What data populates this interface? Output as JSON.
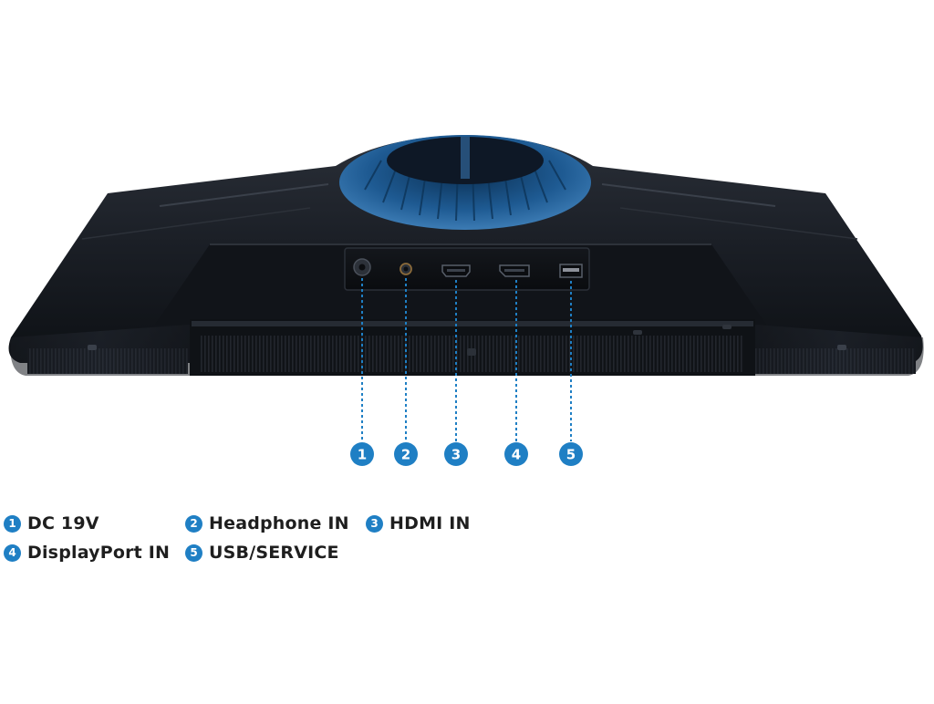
{
  "colors": {
    "accent": "#1f7fc4",
    "body": "#15181d",
    "ring": "#3d7fb8",
    "text": "#1e1e1e",
    "background": "#ffffff"
  },
  "ports": [
    {
      "number": "1",
      "icon": "power-jack-icon"
    },
    {
      "number": "2",
      "icon": "headphone-jack-icon"
    },
    {
      "number": "3",
      "icon": "hdmi-port-icon"
    },
    {
      "number": "4",
      "icon": "displayport-port-icon"
    },
    {
      "number": "5",
      "icon": "usb-port-icon"
    }
  ],
  "legend": [
    {
      "number": "1",
      "label": "DC 19V"
    },
    {
      "number": "2",
      "label": "Headphone IN"
    },
    {
      "number": "3",
      "label": "HDMI IN"
    },
    {
      "number": "4",
      "label": "DisplayPort IN"
    },
    {
      "number": "5",
      "label": "USB/SERVICE"
    }
  ]
}
